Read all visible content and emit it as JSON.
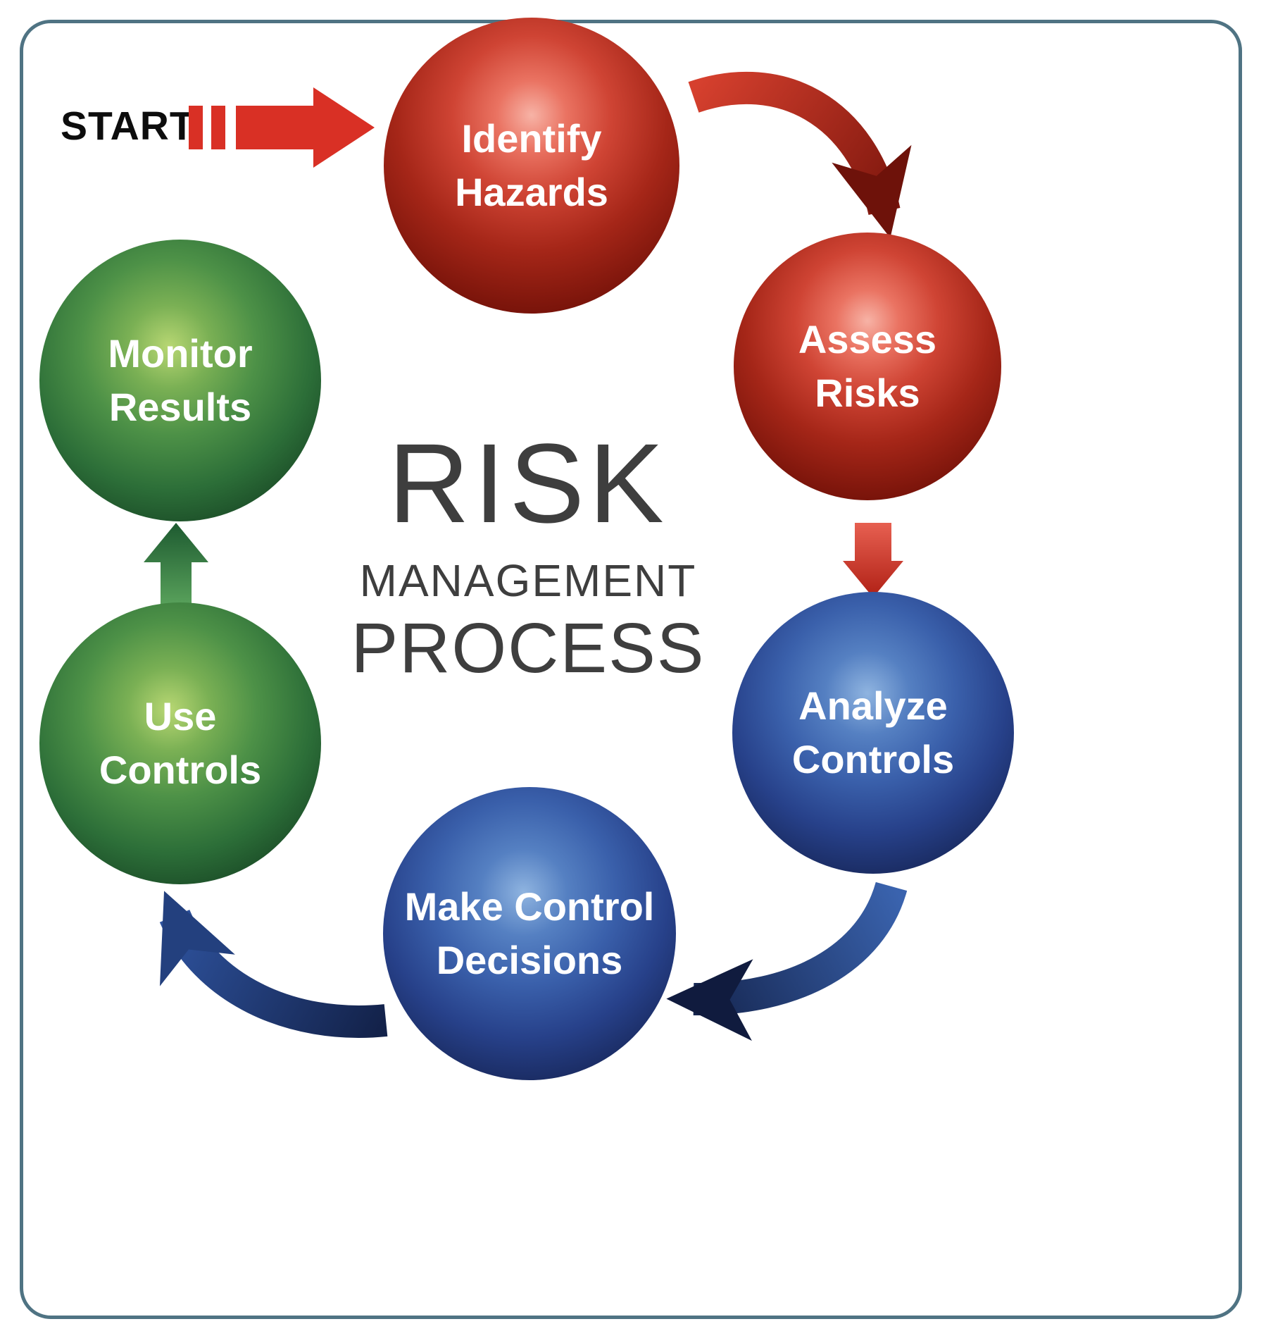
{
  "diagram": {
    "title": {
      "line1": "RISK",
      "line2": "MANAGEMENT",
      "line3": "PROCESS",
      "color": "#3e3e3e"
    },
    "start": {
      "label": "START",
      "arrow_color": "#d93025"
    },
    "frame_color": "#4f7383",
    "background": "#ffffff"
  },
  "nodes": [
    {
      "id": "identify-hazards",
      "label": "Identify\nHazards",
      "color": "#b02a1c"
    },
    {
      "id": "assess-risks",
      "label": "Assess\nRisks",
      "color": "#b02a1c"
    },
    {
      "id": "analyze-controls",
      "label": "Analyze\nControls",
      "color": "#27418a"
    },
    {
      "id": "make-control-decisions",
      "label": "Make Control\nDecisions",
      "color": "#27418a"
    },
    {
      "id": "use-controls",
      "label": "Use\nControls",
      "color": "#2c6e38"
    },
    {
      "id": "monitor-results",
      "label": "Monitor\nResults",
      "color": "#2c6e38"
    }
  ],
  "arrows": [
    {
      "name": "start-to-identify",
      "style": "block-right",
      "color": "#d93025"
    },
    {
      "name": "identify-to-assess",
      "style": "curved",
      "color": "#9c2012"
    },
    {
      "name": "assess-to-analyze",
      "style": "block-down",
      "color": "#c7382a"
    },
    {
      "name": "analyze-to-decisions",
      "style": "curved",
      "color": "#1d3263"
    },
    {
      "name": "decisions-to-use",
      "style": "curved",
      "color": "#1d3263"
    },
    {
      "name": "use-to-monitor",
      "style": "block-up",
      "color": "#2c7a3f"
    }
  ]
}
